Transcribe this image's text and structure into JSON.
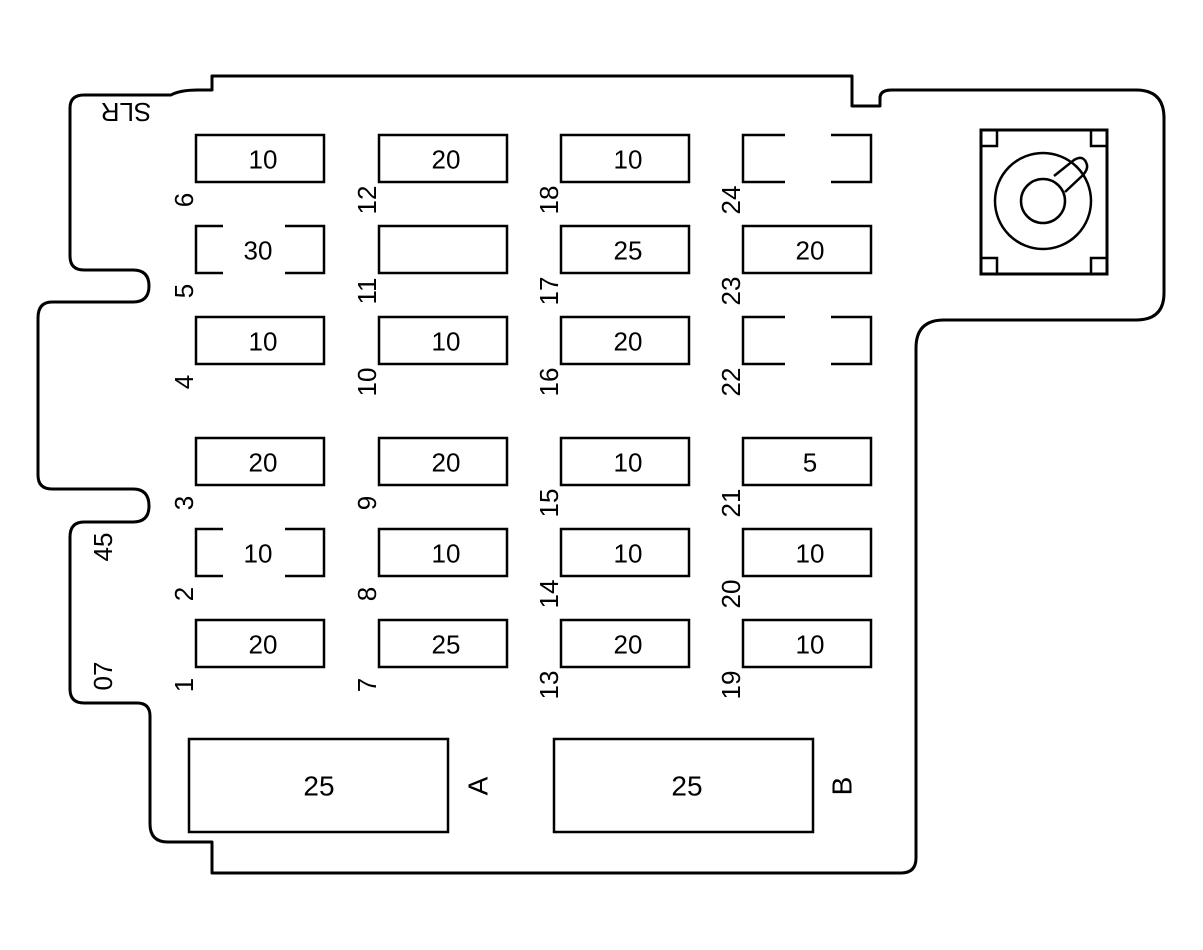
{
  "markings": {
    "top_left": "SLR",
    "side_upper": "45",
    "side_lower": "07"
  },
  "fuses": [
    {
      "position": "1",
      "rating": "20"
    },
    {
      "position": "2",
      "rating": "10"
    },
    {
      "position": "3",
      "rating": "20"
    },
    {
      "position": "4",
      "rating": "10"
    },
    {
      "position": "5",
      "rating": "30"
    },
    {
      "position": "6",
      "rating": "10"
    },
    {
      "position": "7",
      "rating": "25"
    },
    {
      "position": "8",
      "rating": "10"
    },
    {
      "position": "9",
      "rating": "20"
    },
    {
      "position": "10",
      "rating": "10"
    },
    {
      "position": "11",
      "rating": ""
    },
    {
      "position": "12",
      "rating": "20"
    },
    {
      "position": "13",
      "rating": "20"
    },
    {
      "position": "14",
      "rating": "10"
    },
    {
      "position": "15",
      "rating": "10"
    },
    {
      "position": "16",
      "rating": "20"
    },
    {
      "position": "17",
      "rating": "25"
    },
    {
      "position": "18",
      "rating": "10"
    },
    {
      "position": "19",
      "rating": "10"
    },
    {
      "position": "20",
      "rating": "10"
    },
    {
      "position": "21",
      "rating": "5"
    },
    {
      "position": "22",
      "rating": ""
    },
    {
      "position": "23",
      "rating": "20"
    },
    {
      "position": "24",
      "rating": ""
    }
  ],
  "maxi_fuses": [
    {
      "position": "A",
      "rating": "25"
    },
    {
      "position": "B",
      "rating": "25"
    }
  ]
}
